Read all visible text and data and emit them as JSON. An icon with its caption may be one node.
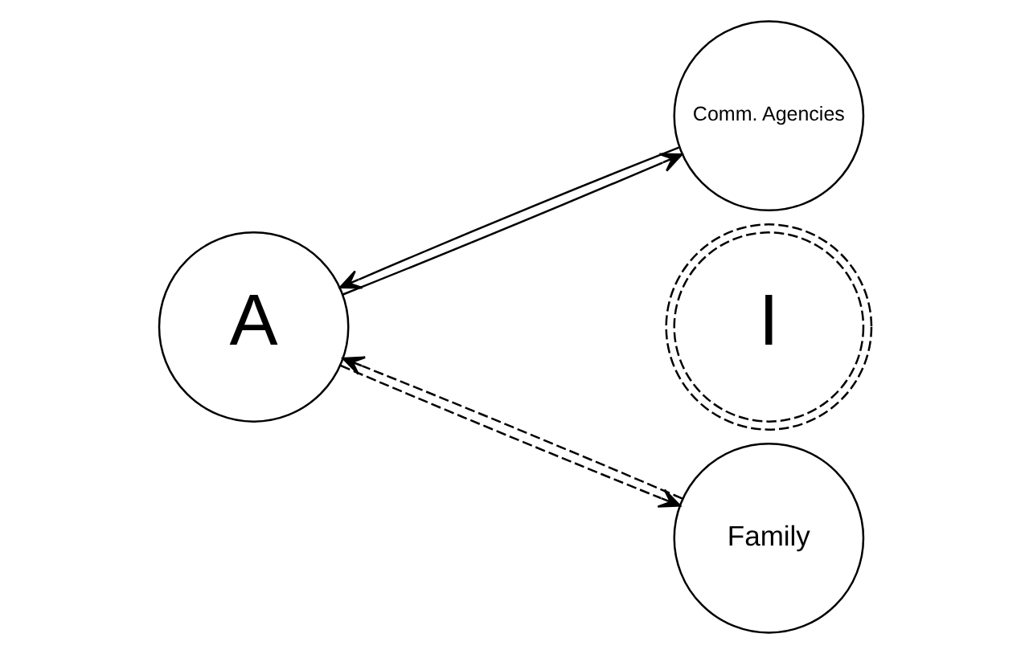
{
  "diagram": {
    "nodes": [
      {
        "text": [
          "A"
        ]
      },
      {
        "text": [
          "Comm. Agencies"
        ]
      },
      {
        "text": [
          "I"
        ]
      },
      {
        "text": [
          "Family"
        ]
      }
    ],
    "edges": [
      {
        "from": 1,
        "to": 0,
        "arrow": "to"
      },
      {
        "from": 0,
        "to": 1,
        "arrow": "to"
      },
      {
        "from": 3,
        "to": 0,
        "arrow": "to",
        "style": "dashed"
      },
      {
        "from": 0,
        "to": 3,
        "arrow": "to",
        "style": "dashed"
      }
    ]
  }
}
